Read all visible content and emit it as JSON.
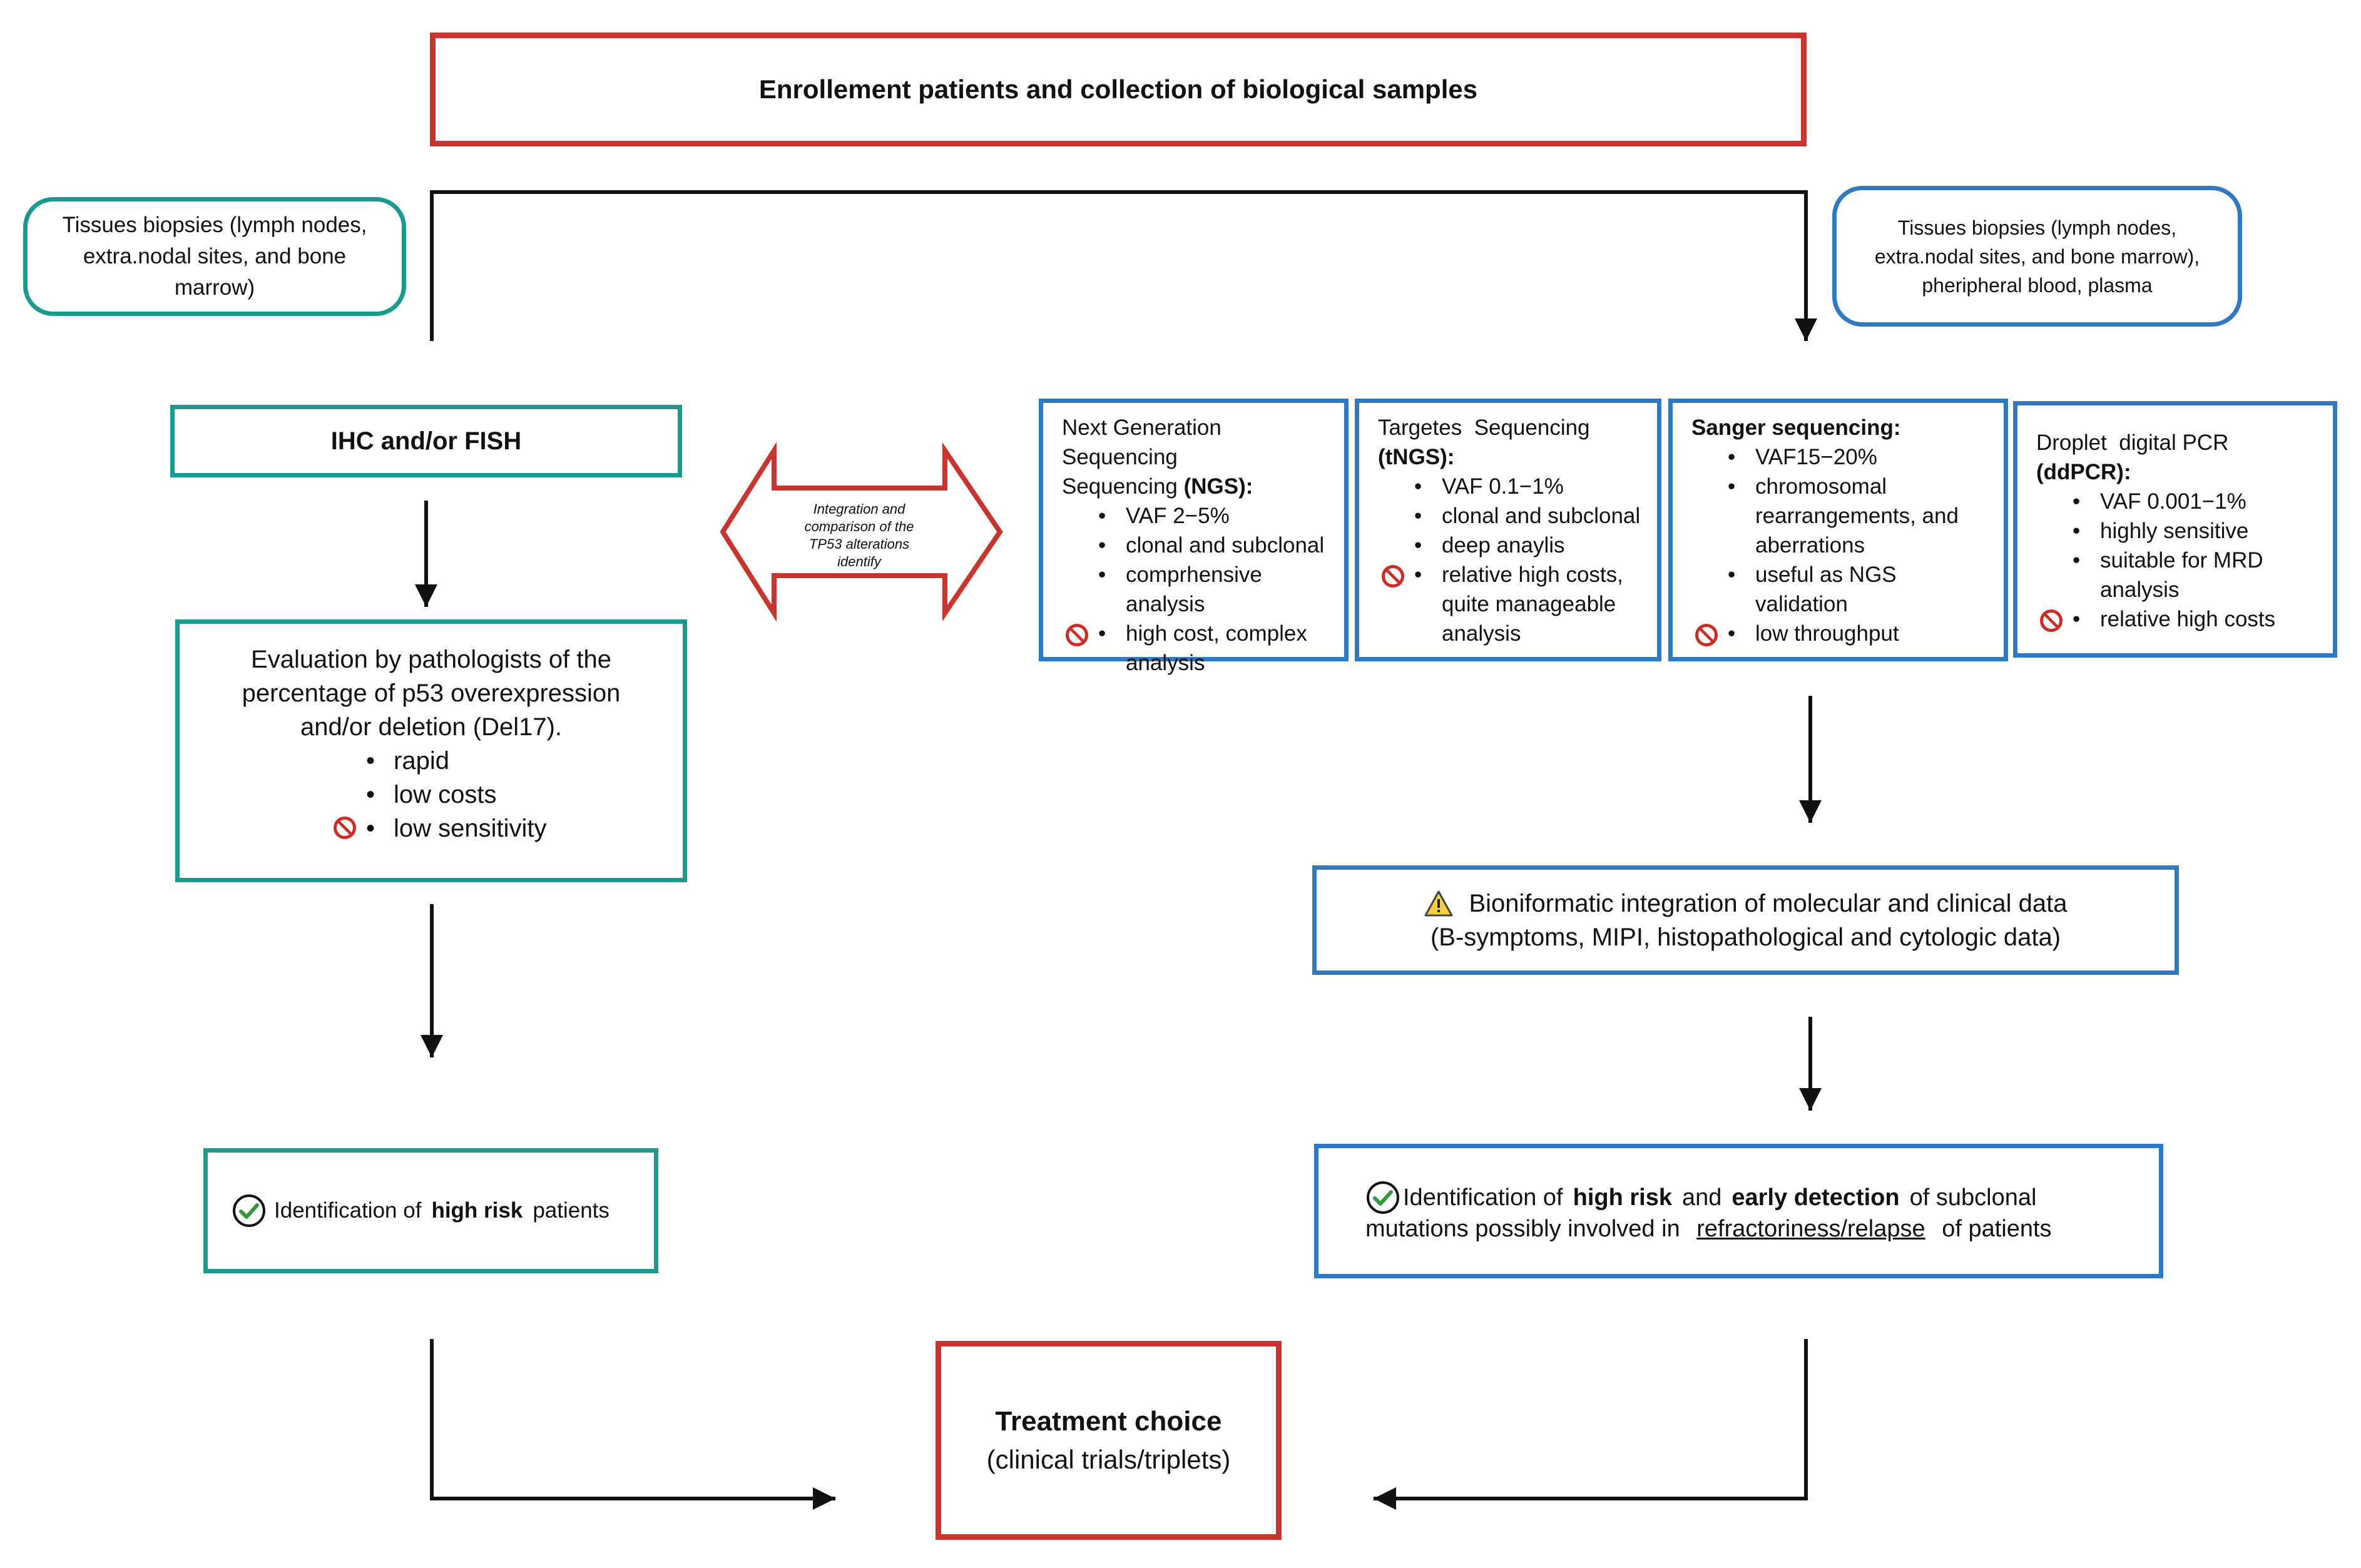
{
  "title": "Enrollement patients and collection of biological samples",
  "left_sample": "Tissues biopsies (lymph nodes, extra.nodal sites, and bone marrow)",
  "right_sample": "Tissues biopsies (lymph nodes, extra.nodal sites, and bone marrow), pheripheral blood, plasma",
  "ihc": "IHC and/or FISH",
  "evaluation": {
    "text": "Evaluation by pathologists of the percentage of p53 overexpression and/or deletion (Del17).",
    "items": [
      "rapid",
      "low costs",
      "low sensitivity"
    ]
  },
  "double_arrow_caption": "Integration and comparison of the TP53 alterations identify",
  "ngs": {
    "name_plain": "Next Generation Sequencing",
    "name_bold": "(NGS):",
    "items": [
      "VAF 2−5%",
      "clonal and subclonal",
      "comprhensive analysis",
      "high cost, complex analysis"
    ]
  },
  "tngs": {
    "name_plain": "Targetes  Sequencing",
    "name_bold": "(tNGS):",
    "items": [
      "VAF 0.1−1%",
      "clonal and subclonal",
      "deep anaylis",
      "relative high costs, quite manageable analysis"
    ]
  },
  "sanger": {
    "name_bold": "Sanger sequencing:",
    "items": [
      "VAF15−20%",
      "chromosomal rearrangements, and aberrations",
      "useful as NGS validation",
      "low throughput"
    ]
  },
  "ddpcr": {
    "name_plain": "Droplet  digital PCR",
    "name_bold": "(ddPCR):",
    "items": [
      "VAF 0.001−1%",
      "highly sensitive",
      "suitable for MRD analysis",
      "relative high costs"
    ]
  },
  "bioinformatic": {
    "line1": "Bioniformatic integration of molecular and clinical data",
    "line2": "(B-symptoms, MIPI, histopathological and cytologic data)"
  },
  "left_result": {
    "pre": "Identification of",
    "bold": "high risk",
    "post": "patients"
  },
  "right_result": {
    "pre": "Identification of",
    "bold1": "high risk",
    "mid": "and",
    "bold2": "early detection",
    "post1": "of subclonal",
    "line2_pre": "mutations possibly involved in",
    "underlined": "refractoriness/relapse",
    "line2_post": "of patients"
  },
  "treatment": {
    "title": "Treatment choice",
    "subtitle": "(clinical trials/triplets)"
  }
}
